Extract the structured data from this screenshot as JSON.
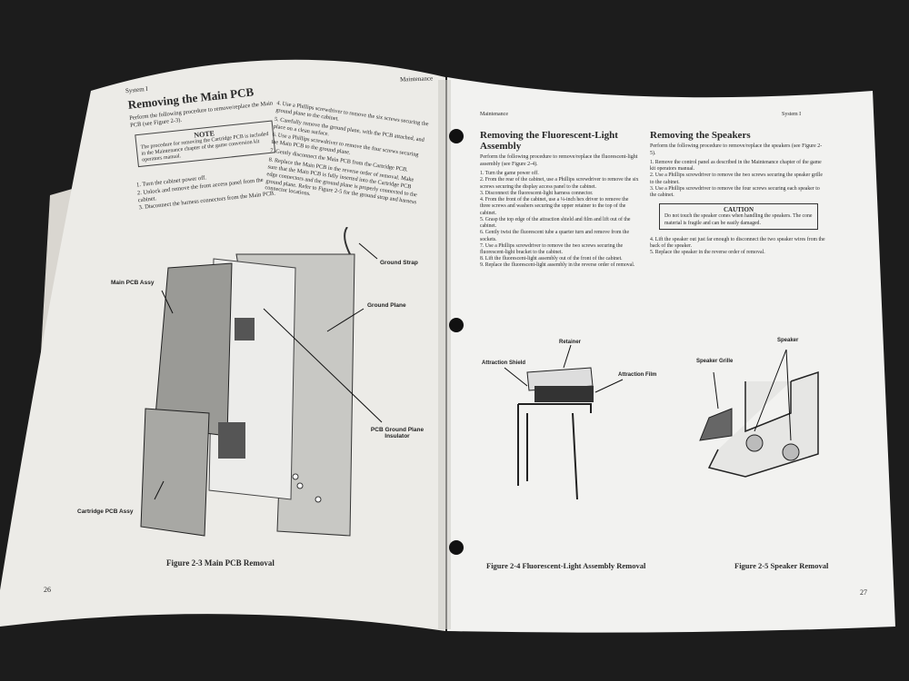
{
  "left_page": {
    "header_left": "System I",
    "header_right": "Maintenance",
    "section_title": "Removing the Main PCB",
    "intro": "Perform the following procedure to remove/replace the Main PCB (see Figure 2-3).",
    "note_title": "NOTE",
    "note_text": "The procedure for removing the Cartridge PCB is included in the Maintenance chapter of the game conversion kit operators manual.",
    "steps_col1": [
      "1. Turn the cabinet power off.",
      "2. Unlock and remove the front access panel from the cabinet.",
      "3. Disconnect the harness connectors from the Main PCB."
    ],
    "steps_col2": [
      "4. Use a Phillips screwdriver to remove the six screws securing the ground plane to the cabinet.",
      "5. Carefully remove the ground plane, with the PCB attached, and place on a clean surface.",
      "6. Use a Phillips screwdriver to remove the four screws securing the Main PCB to the ground plane.",
      "7. Gently disconnect the Main PCB from the Cartridge PCB.",
      "8. Replace the Main PCB in the reverse order of removal. Make sure that the Main PCB is fully inserted into the Cartridge PCB edge connectors and the ground plane is properly connected to the ground plane. Refer to Figure 2-5 for the ground strap and harness connector locations."
    ],
    "labels": {
      "main_pcb": "Main PCB Assy",
      "ground_strap": "Ground Strap",
      "ground_plane": "Ground Plane",
      "insulator": "PCB Ground Plane Insulator",
      "cartridge": "Cartridge PCB Assy"
    },
    "figure_caption": "Figure 2-3  Main PCB Removal",
    "page_number": "26"
  },
  "right_page": {
    "header_left": "Maintenance",
    "header_right": "System I",
    "col1_title": "Removing the Fluorescent-Light Assembly",
    "col1_intro": "Perform the following procedure to remove/replace the fluorescent-light assembly (see Figure 2-4).",
    "col1_steps": [
      "1. Turn the game power off.",
      "2. From the rear of the cabinet, use a Phillips screwdriver to remove the six screws securing the display access panel to the cabinet.",
      "3. Disconnect the fluorescent-light harness connector.",
      "4. From the front of the cabinet, use a ¼-inch hex driver to remove the three screws and washers securing the upper retainer to the top of the cabinet.",
      "5. Grasp the top edge of the attraction shield and film and lift out of the cabinet.",
      "6. Gently twist the fluorescent tube a quarter turn and remove from the sockets.",
      "7. Use a Phillips screwdriver to remove the two screws securing the fluorescent-light bracket to the cabinet.",
      "8. Lift the fluorescent-light assembly out of the front of the cabinet.",
      "9. Replace the fluorescent-light assembly in the reverse order of removal."
    ],
    "col2_title": "Removing the Speakers",
    "col2_intro": "Perform the following procedure to remove/replace the speakers (see Figure 2-5).",
    "col2_steps": [
      "1. Remove the control panel as described in the Maintenance chapter of the game kit operators manual.",
      "2. Use a Phillips screwdriver to remove the two screws securing the speaker grille to the cabinet.",
      "3. Use a Phillips screwdriver to remove the four screws securing each speaker to the cabinet."
    ],
    "caution_title": "CAUTION",
    "caution_text": "Do not touch the speaker cones when handling the speakers. The cone material is fragile and can be easily damaged.",
    "col2_steps_b": [
      "4. Lift the speaker out just far enough to disconnect the two speaker wires from the back of the speaker.",
      "5. Replace the speaker in the reverse order of removal."
    ],
    "labels": {
      "retainer": "Retainer",
      "shield": "Attraction Shield",
      "film": "Attraction Film",
      "speaker": "Speaker",
      "grille": "Speaker Grille"
    },
    "caption_24": "Figure 2-4  Fluorescent-Light Assembly Removal",
    "caption_25": "Figure 2-5  Speaker Removal",
    "page_number": "27"
  }
}
